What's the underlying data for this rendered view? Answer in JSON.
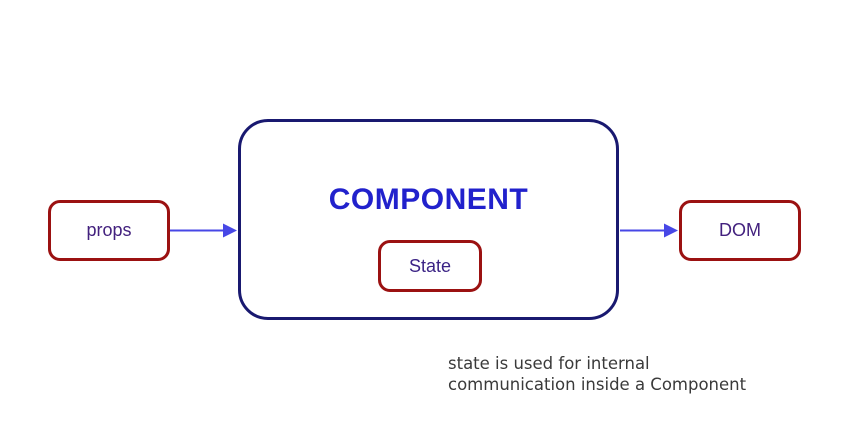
{
  "diagram": {
    "component": {
      "label": "COMPONENT"
    },
    "state": {
      "label": "State"
    },
    "props": {
      "label": "props"
    },
    "dom": {
      "label": "DOM"
    },
    "caption": {
      "line1": "state is used for internal",
      "line2": "communication inside a Component"
    },
    "colors": {
      "component_border": "#191970",
      "component_title": "#2121cc",
      "node_border": "#9b1111",
      "node_text": "#43217e",
      "arrow": "#4747e6",
      "caption_text": "#3a3a3a",
      "background": "#ffffff"
    }
  }
}
